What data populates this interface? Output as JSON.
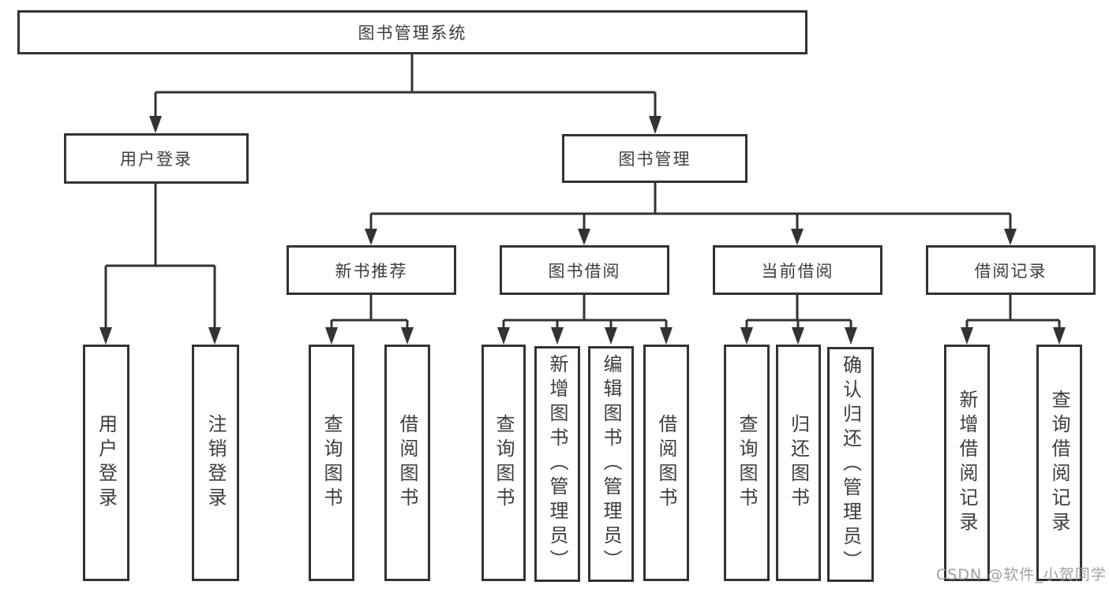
{
  "watermark": "CSDN @软件_小贺同学",
  "tree": {
    "root": {
      "label": "图书管理系统"
    },
    "children": [
      {
        "label": "用户登录",
        "children": [
          {
            "label": "用户登录"
          },
          {
            "label": "注销登录"
          }
        ]
      },
      {
        "label": "图书管理",
        "children": [
          {
            "label": "新书推荐",
            "children": [
              {
                "label": "查询图书"
              },
              {
                "label": "借阅图书"
              }
            ]
          },
          {
            "label": "图书借阅",
            "children": [
              {
                "label": "查询图书"
              },
              {
                "label": "新增图书（管理员）"
              },
              {
                "label": "编辑图书（管理员）"
              },
              {
                "label": "借阅图书"
              }
            ]
          },
          {
            "label": "当前借阅",
            "children": [
              {
                "label": "查询图书"
              },
              {
                "label": "归还图书"
              },
              {
                "label": "确认归还（管理员）"
              }
            ]
          },
          {
            "label": "借阅记录",
            "children": [
              {
                "label": "新增借阅记录"
              },
              {
                "label": "查询借阅记录"
              }
            ]
          }
        ]
      }
    ]
  },
  "colors": {
    "line": "#333333",
    "text": "#3d3d3d",
    "watermark": "#969696"
  }
}
